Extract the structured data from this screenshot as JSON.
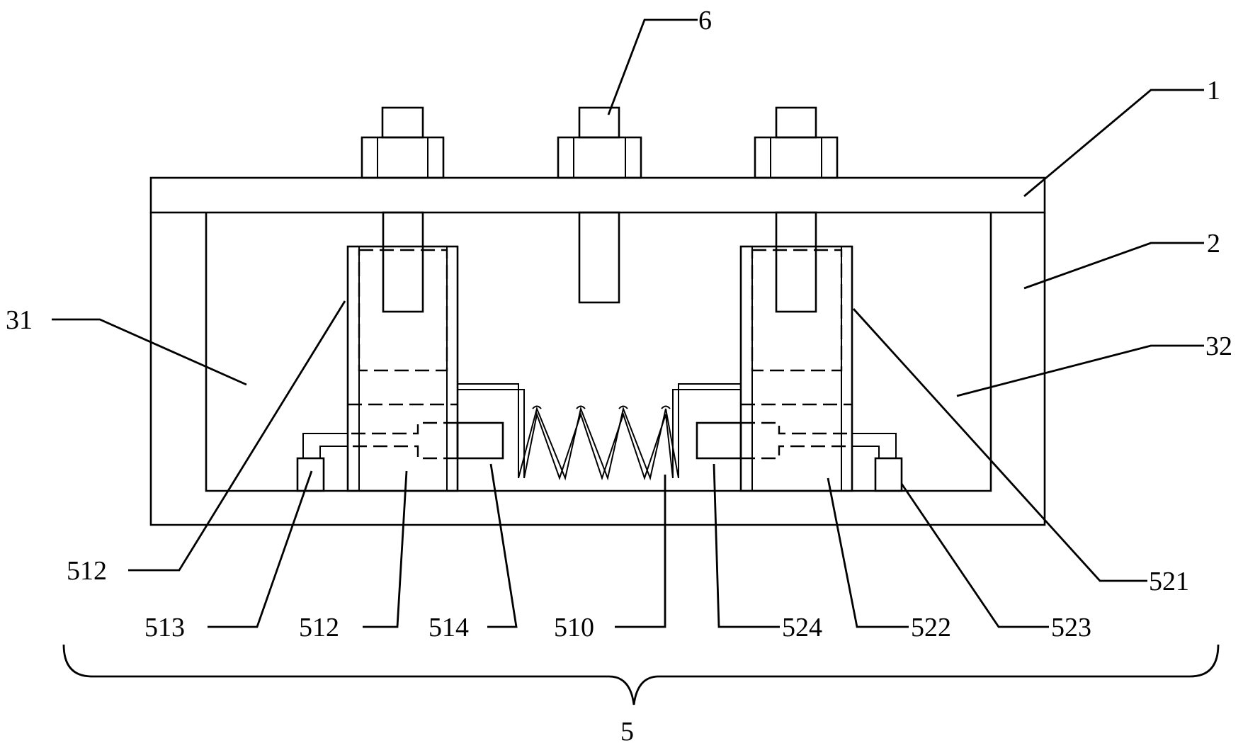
{
  "labels": {
    "l1": "1",
    "l2": "2",
    "l6": "6",
    "l31": "31",
    "l32": "32",
    "l512_upper": "512",
    "l512_lower": "512",
    "l513": "513",
    "l514": "514",
    "l510": "510",
    "l524": "524",
    "l522": "522",
    "l523": "523",
    "l521": "521",
    "l5": "5"
  }
}
